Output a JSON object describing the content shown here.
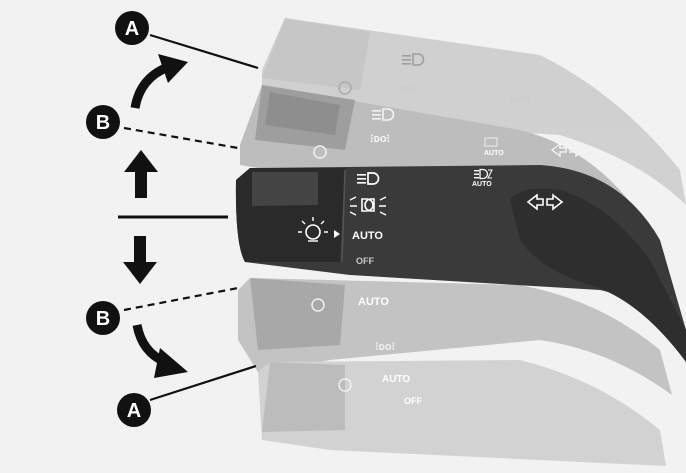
{
  "callouts": {
    "a_label": "A",
    "b_label": "B"
  },
  "lever": {
    "auto_label": "AUTO",
    "off_label": "OFF",
    "auto_small_label": "AUTO"
  },
  "icons": {
    "high_beam": "high-beam-icon",
    "parking_light": "parking-light-icon",
    "light_sensor": "light-sensor-icon",
    "auto_high_beam": "auto-high-beam-icon",
    "turn_signal": "turn-signal-arrows-icon",
    "arrow_up": "arrow-up-icon",
    "arrow_down": "arrow-down-icon",
    "curved_arrow_up": "curved-arrow-up-icon",
    "curved_arrow_down": "curved-arrow-down-icon"
  },
  "colors": {
    "background": "#f2f2f2",
    "lever_main": "#3c3c3c",
    "lever_ghost": "#b4b4b4",
    "badge": "#111111",
    "text_on_lever": "#ffffff"
  }
}
